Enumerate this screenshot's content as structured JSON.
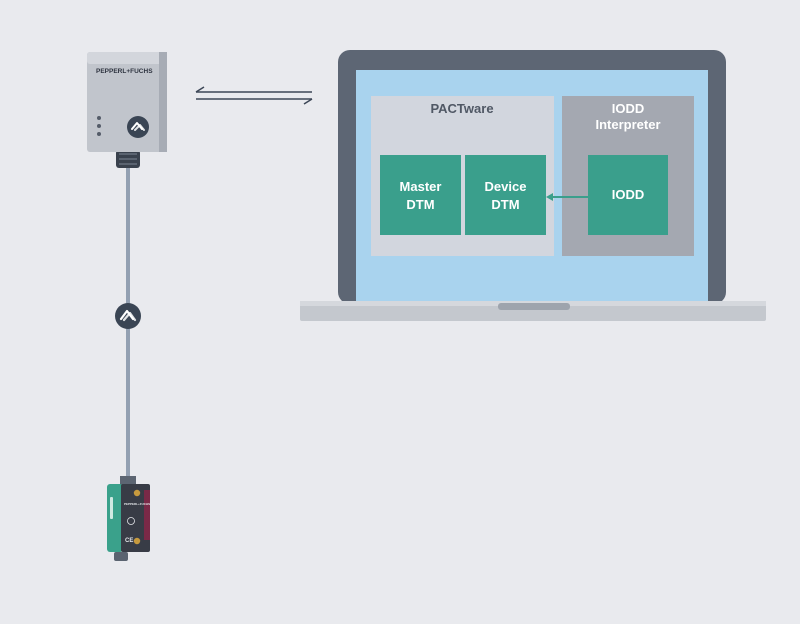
{
  "master": {
    "brand": "PEPPERL+FUCHS"
  },
  "laptop": {
    "pactware": {
      "title": "PACTware",
      "master_dtm": [
        "Master",
        "DTM"
      ],
      "device_dtm": [
        "Device",
        "DTM"
      ]
    },
    "interpreter": {
      "title": [
        "IODD",
        "Interpreter"
      ],
      "iodd": "IODD"
    }
  },
  "sensor": {
    "brand": "PEPPERL+FUCHS",
    "ce_mark": "CE"
  },
  "icons": {
    "io_link": "io-link-symbol",
    "exchange": "bidirectional-arrows"
  },
  "colors": {
    "background": "#e9eaee",
    "screen": "#a9d3ee",
    "pactware_panel": "#d2d6de",
    "interpreter_panel": "#a4a8b1",
    "module": "#3a9f8c",
    "laptop_frame": "#5d6674",
    "cable": "#93a0b2"
  }
}
